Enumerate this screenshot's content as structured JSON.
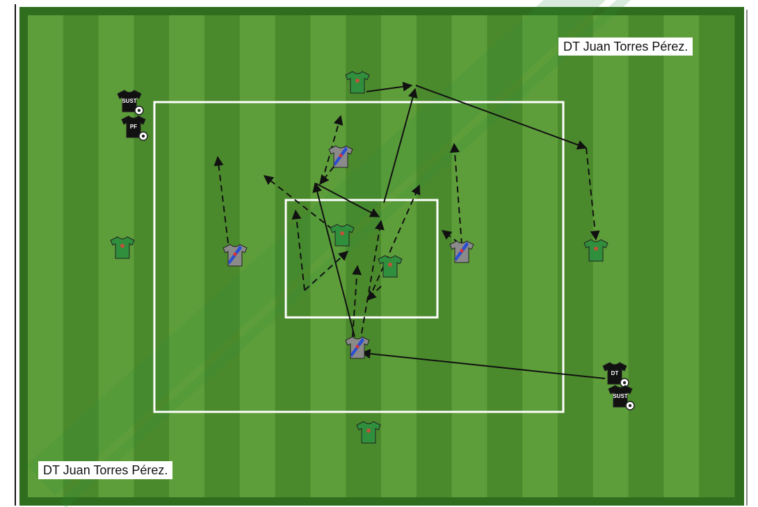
{
  "captions": {
    "top_right": "DT Juan Torres Pérez.",
    "bottom_left": "DT Juan Torres Pérez."
  },
  "jersey_labels": {
    "coach": "DT",
    "goalkeeper": "PF",
    "substitute": "SUST"
  },
  "colors": {
    "grass_light": "#5e9e3a",
    "grass_dark": "#4b8a2c",
    "border": "#2f6e1e",
    "lines": "#ffffff",
    "team_green": "#2f8f3c",
    "team_grey": "#8a8a8a",
    "sash_blue": "#2a4fd0",
    "coach_black": "#111111",
    "arrow": "#111111"
  },
  "players": [
    {
      "team": "green",
      "label": ""
    },
    {
      "team": "green",
      "label": ""
    },
    {
      "team": "green",
      "label": ""
    },
    {
      "team": "green",
      "label": ""
    },
    {
      "team": "green",
      "label": ""
    },
    {
      "team": "green",
      "label": ""
    },
    {
      "team": "grey",
      "label": ""
    },
    {
      "team": "grey",
      "label": ""
    },
    {
      "team": "grey",
      "label": ""
    },
    {
      "team": "grey",
      "label": ""
    },
    {
      "team": "black",
      "label": "SUST"
    },
    {
      "team": "black",
      "label": "PF"
    },
    {
      "team": "black",
      "label": "DT"
    },
    {
      "team": "black",
      "label": "SUST"
    }
  ],
  "movement_types": {
    "pass": "solid",
    "run": "dashed"
  }
}
